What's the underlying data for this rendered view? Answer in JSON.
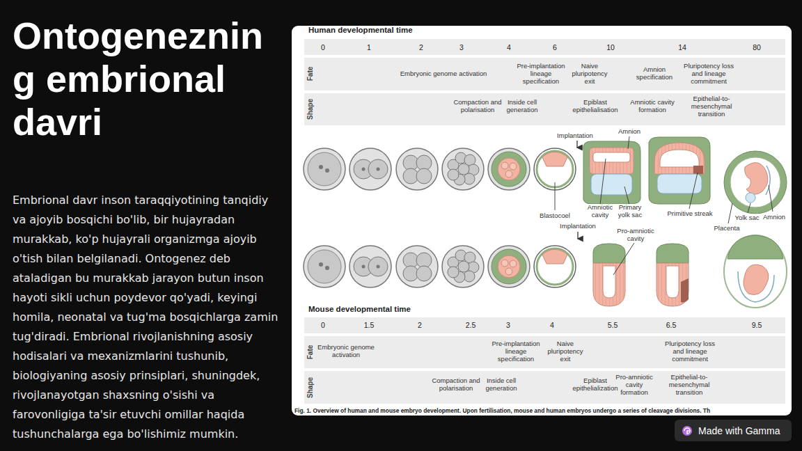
{
  "diagram": {
    "title": "Ontogenezning embrional davri",
    "nodes": [
      {
        "text": [
          "Made with Gamma"
        ]
      }
    ],
    "labels": [
      "Embrional davr inson taraqqiyotining tanqidiy va ajoyib bosqichi bo'lib, bir hujayradan murakkab, ko'p hujayrali organizmga ajoyib o'tish bilan belgilanadi. Ontogenez deb ataladigan bu murakkab jarayon butun inson hayoti sikli uchun poydevor qo'yadi, keyingi homila, neonatal va tug'ma bosqichlarga zamin tug'diradi. Embrional rivojlanishning asosiy hodisalari va mexanizmlarini tushunib, biologiyaning asosiy prinsiplari, shuningdek, rivojlanayotgan shaxsning o'sishi va farovonligiga ta'sir etuvchi omillar haqida tushunchalarga ega bo'lishimiz mumkin.",
      "Human developmental time",
      "0",
      "1",
      "2",
      "3",
      "4",
      "6",
      "10",
      "14",
      "80",
      "Fate",
      "Embryonic genome activation",
      "Pre-implantation lineage specification",
      "Naive pluripotency exit",
      "Amnion specification",
      "Pluripotency loss and lineage commitment",
      "Shape",
      "Compaction and polarisation",
      "Inside cell generation",
      "Epiblast epithelialisation",
      "Amniotic cavity formation",
      "Epithelial-to-mesenchymal transition",
      "Implantation",
      "Amnion",
      "Blastocoel",
      "Amniotic cavity",
      "Primary yolk sac",
      "Primitive streak",
      "Yolk sac",
      "Amnion",
      "Placenta",
      "Implantation",
      "Pro-amniotic cavity",
      "Mouse developmental time",
      "0",
      "1.5",
      "2",
      "2.5",
      "3",
      "4",
      "5.5",
      "6.5",
      "9.5",
      "Fate",
      "Embryonic genome activation",
      "Pre-implantation lineage specification",
      "Naive pluripotency exit",
      "Pluripotency loss and lineage commitment",
      "Shape",
      "Compaction and polarisation",
      "Inside cell generation",
      "Epiblast epithelialization",
      "Pro-amniotic cavity formation",
      "Epithelial-to-mesenchymal transition",
      "Fig. 1. Overview of human and mouse embryo development. Upon fertilisation, mouse and human embryos undergo a series of cleavage divisions. Th"
    ]
  }
}
